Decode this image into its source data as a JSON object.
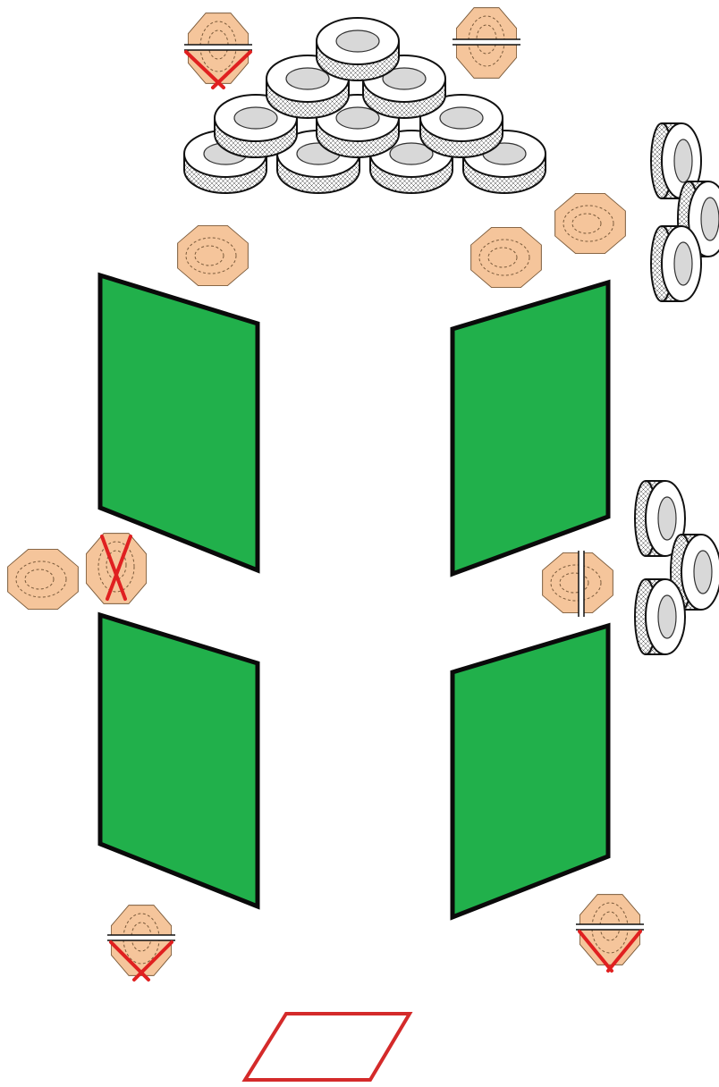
{
  "colors": {
    "wall": "#21b04b",
    "wall_outline": "#0a0a0a",
    "bag": "#f5c59b",
    "bag_line": "#7a5a3a",
    "removed_mark": "#e02020",
    "tire_side": "#ffffff",
    "tire_hub": "#dcdcdc",
    "start_box": "#d42a2a"
  },
  "icons": {
    "wall": "green-panel-icon",
    "bag": "octagon-sandbag-icon",
    "split_bag": "split-sandbag-icon",
    "removed": "red-x-icon",
    "tire": "tire-icon",
    "start": "red-parallelogram-icon"
  },
  "layout_notes": {
    "walls_count": 4,
    "tire_stacks": [
      "pyramid-top",
      "column-right-upper",
      "column-right-lower"
    ],
    "bags_removed": 4
  }
}
